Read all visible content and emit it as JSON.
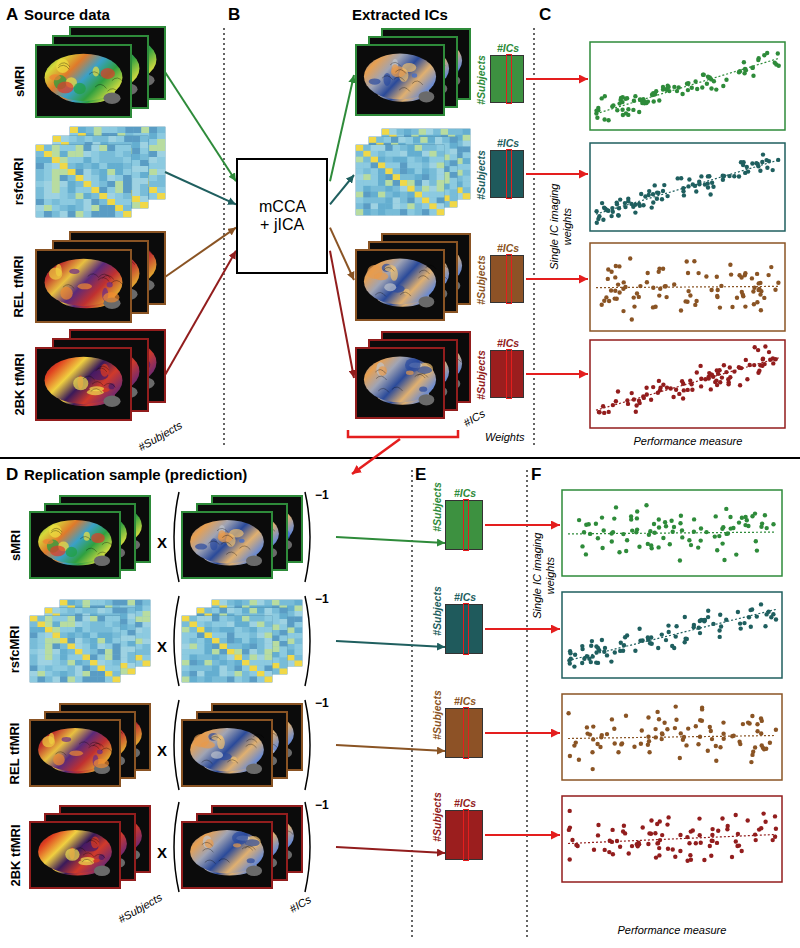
{
  "diagram": {
    "nodes": [
      {
        "text": [
          "sMRI"
        ]
      },
      {
        "text": [
          "rsfcMRI"
        ]
      },
      {
        "text": [
          "REL tfMRI"
        ]
      },
      {
        "text": [
          "2BK tfMRI"
        ]
      },
      {
        "text": [
          "mCCA + jICA"
        ]
      },
      {
        "text": [
          "#ICs",
          "#Subjects"
        ]
      },
      {
        "text": [
          "#ICs",
          "#Subjects"
        ]
      },
      {
        "text": [
          "#ICs",
          "#Subjects"
        ]
      },
      {
        "text": [
          "#ICs",
          "#Subjects"
        ]
      },
      {
        "text": [
          "sMRI"
        ]
      },
      {
        "text": [
          "rsfcMRI"
        ]
      },
      {
        "text": [
          "REL tfMRI"
        ]
      },
      {
        "text": [
          "2BK tfMRI"
        ]
      },
      {
        "text": [
          "#ICs",
          "#Subjects"
        ]
      },
      {
        "text": [
          "#ICs",
          "#Subjects"
        ]
      },
      {
        "text": [
          "#ICs",
          "#Subjects"
        ]
      },
      {
        "text": [
          "#ICs",
          "#Subjects"
        ]
      }
    ],
    "edges": [
      {
        "from": 0,
        "to": 4,
        "arrow": "to"
      },
      {
        "from": 1,
        "to": 4,
        "arrow": "to"
      },
      {
        "from": 2,
        "to": 4,
        "arrow": "to"
      },
      {
        "from": 3,
        "to": 4,
        "arrow": "to"
      },
      {
        "from": 9,
        "to": 13,
        "arrow": "to"
      },
      {
        "from": 10,
        "to": 14,
        "arrow": "to"
      },
      {
        "from": 11,
        "to": 15,
        "arrow": "to"
      },
      {
        "from": 12,
        "to": 16,
        "arrow": "to"
      }
    ],
    "labels": [
      "A",
      "Source data",
      "#Subjects",
      "B",
      "Extracted ICs",
      "#ICs",
      "Weights",
      "C",
      "Single IC imaging weights",
      "Performance measure",
      "D",
      "Replication sample (prediction)",
      "X",
      "−1",
      "X",
      "−1",
      "X",
      "−1",
      "X",
      "−1",
      "#Subjects",
      "#ICs",
      "E",
      "F",
      "Single IC imaging weights",
      "Performance measure"
    ]
  }
}
